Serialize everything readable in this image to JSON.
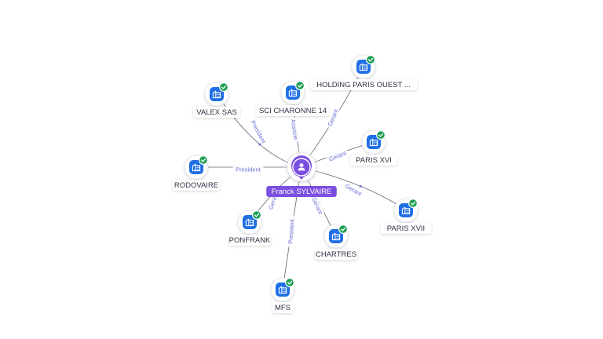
{
  "colors": {
    "edge": "#5b6270",
    "edge_label": "#6b6fd6",
    "center_fill": "#7b4fe0",
    "center_label_bg": "#7b4fe0",
    "company_icon_bg": "#1f6fe5",
    "check_badge": "#1e9e52",
    "node_label_text": "#2d3344"
  },
  "center": {
    "id": "franck",
    "label": "Franck SYLVAIRE",
    "icon": "person-icon"
  },
  "nodes": [
    {
      "id": "holding",
      "label": "HOLDING PARIS OUEST ...",
      "icon": "building-icon",
      "verified": true
    },
    {
      "id": "sci",
      "label": "SCI CHARONNE 14",
      "icon": "building-icon",
      "verified": true
    },
    {
      "id": "valex",
      "label": "VALEX SAS",
      "icon": "building-icon",
      "verified": true
    },
    {
      "id": "parisxvi",
      "label": "PARIS XVI",
      "icon": "building-icon",
      "verified": true
    },
    {
      "id": "rodovaire",
      "label": "RODOVAIRE",
      "icon": "building-icon",
      "verified": true
    },
    {
      "id": "parisxvii",
      "label": "PARIS XVII",
      "icon": "building-icon",
      "verified": true
    },
    {
      "id": "ponfrank",
      "label": "PONFRANK",
      "icon": "building-icon",
      "verified": true
    },
    {
      "id": "chartres",
      "label": "CHARTRES",
      "icon": "building-icon",
      "verified": true
    },
    {
      "id": "mfs",
      "label": "MFS",
      "icon": "building-icon",
      "verified": true
    }
  ],
  "edges": [
    {
      "from": "franck",
      "to": "holding",
      "label": "Gerant"
    },
    {
      "from": "franck",
      "to": "sci",
      "label": "Associe"
    },
    {
      "from": "franck",
      "to": "valex",
      "label": "President"
    },
    {
      "from": "franck",
      "to": "parisxvi",
      "label": "Gerant"
    },
    {
      "from": "franck",
      "to": "rodovaire",
      "label": "President"
    },
    {
      "from": "franck",
      "to": "parisxvii",
      "label": "Gerant"
    },
    {
      "from": "franck",
      "to": "ponfrank",
      "label": "Gerant"
    },
    {
      "from": "franck",
      "to": "chartres",
      "label": "Gerant"
    },
    {
      "from": "franck",
      "to": "mfs",
      "label": "President"
    }
  ]
}
